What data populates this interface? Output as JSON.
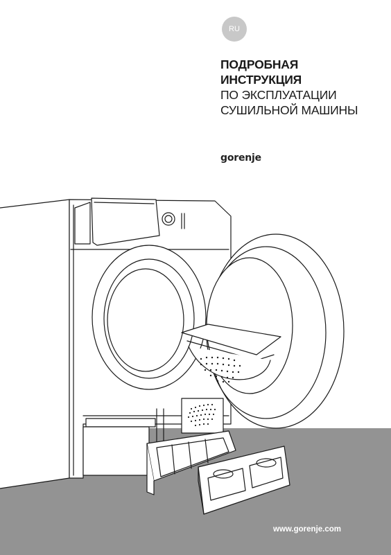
{
  "cover": {
    "language_code": "RU",
    "title_lines_bold": [
      "ПОДРОБНАЯ",
      "ИНСТРУКЦИЯ"
    ],
    "title_lines_regular": [
      "ПО ЭКСПЛУАТАЦИИ",
      "СУШИЛЬНОЙ МАШИНЫ"
    ],
    "brand_logo_text": "gorenje",
    "website": "www.gorenje.com"
  },
  "colors": {
    "floor": "#939393",
    "badge": "#c8c8c8",
    "text": "#1a1a1a"
  },
  "icons": {
    "illustration": "tumble-dryer-open-door-illustration"
  }
}
